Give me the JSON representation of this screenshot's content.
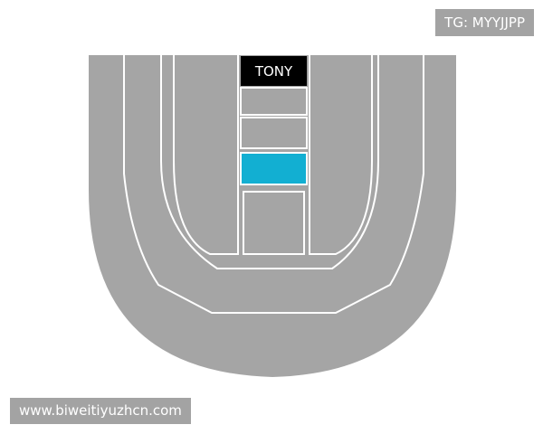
{
  "tg_tag": "TG: MYYJJPP",
  "website_tag": "www.biweitiyuzhcn.com",
  "stage_label": "TONY",
  "colors": {
    "section": "#a5a5a5",
    "section_border": "#ffffff",
    "stage": "#000000",
    "selected_block": "#12afd2",
    "tag_background": "#a3a3a3"
  }
}
